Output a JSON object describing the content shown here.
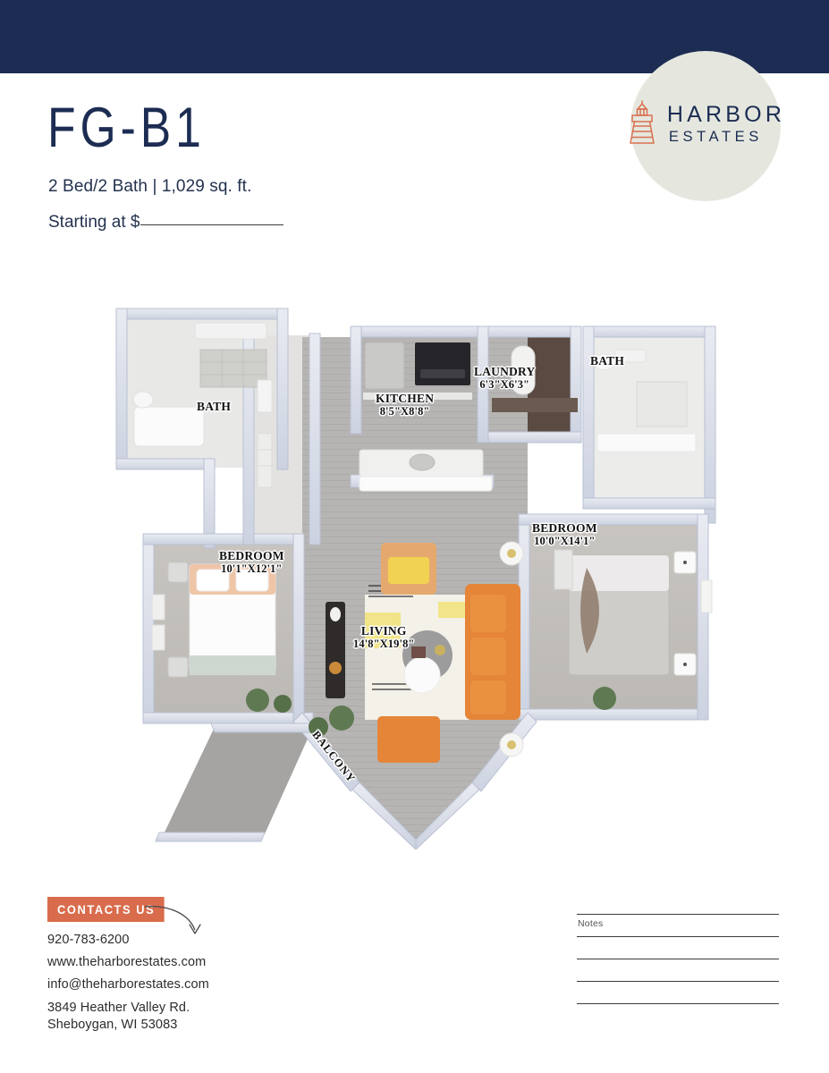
{
  "brand": {
    "name_main": "HARBOR",
    "name_sub": "ESTATES",
    "logo_icon": "lighthouse-icon",
    "circle_color": "#e5e7df",
    "navy": "#1c2c52",
    "coral": "#d96c4c"
  },
  "header": {
    "plan_code": "FG-B1",
    "spec": "2 Bed/2 Bath | 1,029 sq. ft.",
    "price_prefix": "Starting at $"
  },
  "floorplan": {
    "rooms": [
      {
        "name": "BATH",
        "dimensions": ""
      },
      {
        "name": "BATH",
        "dimensions": ""
      },
      {
        "name": "KITCHEN",
        "dimensions": "8'5\"X8'8\""
      },
      {
        "name": "LAUNDRY",
        "dimensions": "6'3\"X6'3\""
      },
      {
        "name": "BEDROOM",
        "dimensions": "10'1\"X12'1\""
      },
      {
        "name": "BEDROOM",
        "dimensions": "10'0\"X14'1\""
      },
      {
        "name": "LIVING",
        "dimensions": "14'8\"X19'8\""
      },
      {
        "name": "BALCONY",
        "dimensions": ""
      }
    ]
  },
  "footer": {
    "contacts_badge": "CONTACTS US",
    "phone": "920-783-6200",
    "website": "www.theharborestates.com",
    "email": "info@theharborestates.com",
    "address_line1": "3849 Heather Valley Rd.",
    "address_line2": "Sheboygan, WI 53083",
    "notes_label": "Notes"
  }
}
